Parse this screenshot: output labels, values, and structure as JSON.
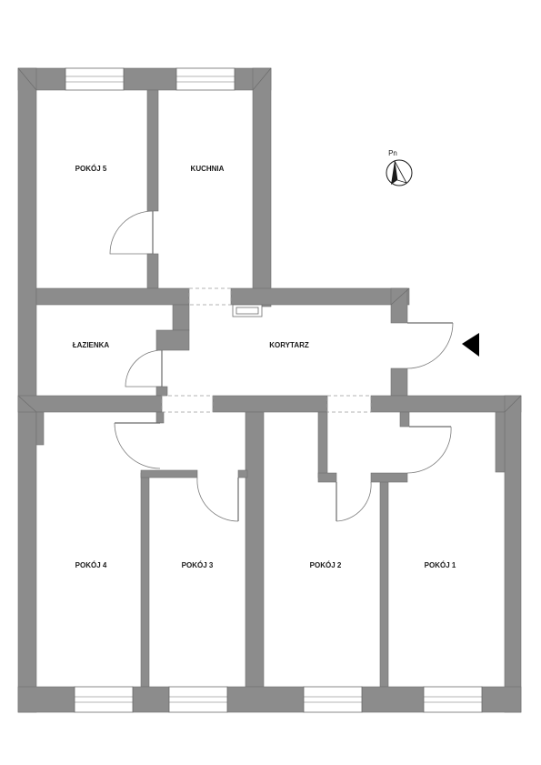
{
  "rooms": {
    "pokoj5": "POKÓJ 5",
    "kuchnia": "KUCHNIA",
    "lazienka": "ŁAZIENKA",
    "korytarz": "KORYTARZ",
    "pokoj4": "POKÓJ 4",
    "pokoj3": "POKÓJ 3",
    "pokoj2": "POKÓJ 2",
    "pokoj1": "POKÓJ 1"
  },
  "compass": {
    "label": "Pn",
    "icon": "north-arrow-icon"
  },
  "entrance": {
    "icon": "entrance-arrow-icon"
  },
  "colors": {
    "wall": "#8c8c8c",
    "background": "#ffffff",
    "text": "#1a1a1a"
  }
}
